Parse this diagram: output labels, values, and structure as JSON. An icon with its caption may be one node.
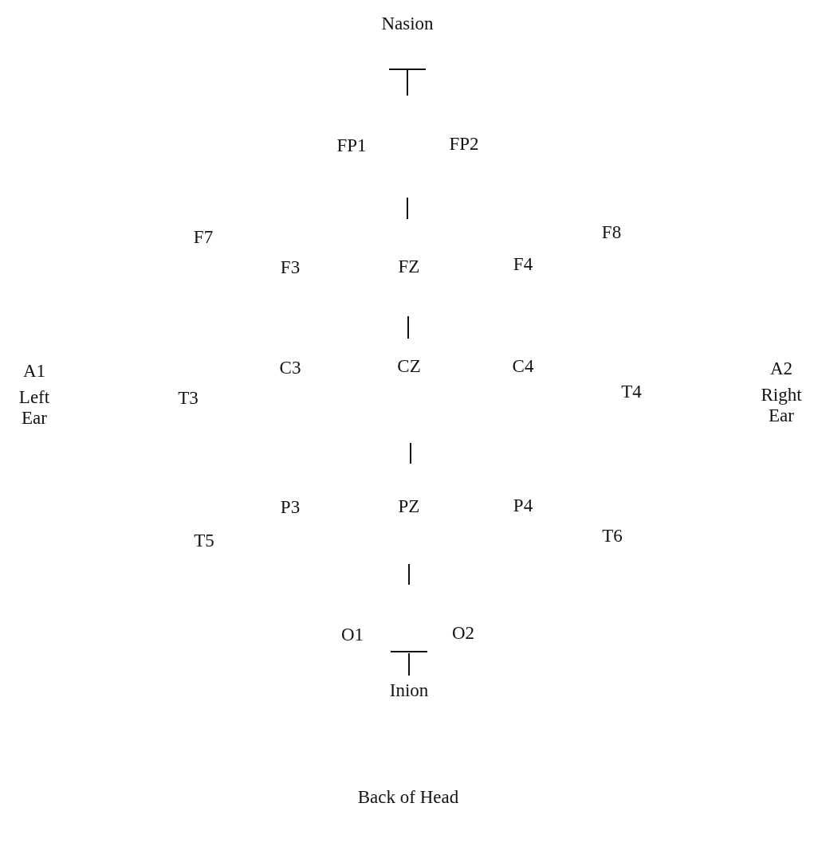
{
  "diagram": {
    "caption": "Back of Head",
    "labels": [
      "Nasion",
      "FP1",
      "FP2",
      "F7",
      "F8",
      "F3",
      "FZ",
      "F4",
      "A1",
      "C3",
      "CZ",
      "C4",
      "A2",
      "Left Ear",
      "T3",
      "T4",
      "Right Ear",
      "P3",
      "PZ",
      "P4",
      "T5",
      "T6",
      "O1",
      "O2",
      "Inion"
    ]
  }
}
